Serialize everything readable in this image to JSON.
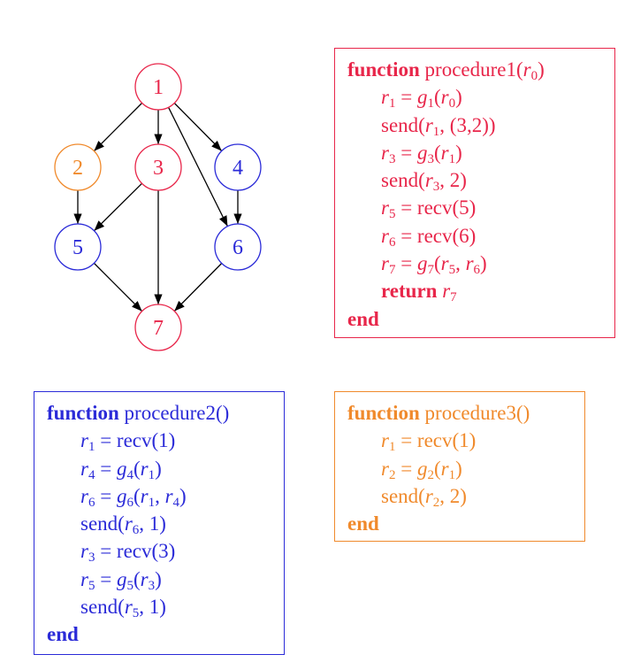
{
  "colors": {
    "red": "#e8264a",
    "blue": "#2b2bd8",
    "orange": "#f08a2c",
    "edge": "#000000"
  },
  "graph": {
    "nodes": [
      {
        "id": "1",
        "color": "#e8264a"
      },
      {
        "id": "2",
        "color": "#f08a2c"
      },
      {
        "id": "3",
        "color": "#e8264a"
      },
      {
        "id": "4",
        "color": "#2b2bd8"
      },
      {
        "id": "5",
        "color": "#2b2bd8"
      },
      {
        "id": "6",
        "color": "#2b2bd8"
      },
      {
        "id": "7",
        "color": "#e8264a"
      }
    ],
    "edges": [
      [
        "1",
        "2"
      ],
      [
        "1",
        "3"
      ],
      [
        "1",
        "4"
      ],
      [
        "1",
        "6"
      ],
      [
        "2",
        "5"
      ],
      [
        "3",
        "5"
      ],
      [
        "3",
        "7"
      ],
      [
        "4",
        "6"
      ],
      [
        "5",
        "7"
      ],
      [
        "6",
        "7"
      ]
    ]
  },
  "procedure1": {
    "keyword": "function",
    "name": "procedure1(",
    "param": "r",
    "param_sub": "0",
    "close": ")",
    "lines": [
      {
        "a": "r",
        "as": "1",
        "b": " = ",
        "c": "g",
        "cs": "1",
        "d": "(",
        "e": "r",
        "es": "0",
        "f": ")"
      },
      {
        "text": "send(",
        "v": "r",
        "vs": "1",
        "rest": ", (3,2))"
      },
      {
        "a": "r",
        "as": "3",
        "b": " = ",
        "c": "g",
        "cs": "3",
        "d": "(",
        "e": "r",
        "es": "1",
        "f": ")"
      },
      {
        "text": "send(",
        "v": "r",
        "vs": "3",
        "rest": ", 2)"
      },
      {
        "v": "r",
        "vs": "5",
        "rest": " = recv(5)"
      },
      {
        "v": "r",
        "vs": "6",
        "rest": " = recv(6)"
      },
      {
        "v": "r",
        "vs": "7",
        "eq": " = ",
        "g": "g",
        "gs": "7",
        "open": "(",
        "x": "r",
        "xs": "5",
        "comma": ", ",
        "y": "r",
        "ys": "6",
        "close": ")"
      }
    ],
    "return_kw": "return",
    "return_var": "r",
    "return_sub": "7",
    "end": "end"
  },
  "procedure2": {
    "keyword": "function",
    "name": "procedure2()",
    "l1": {
      "v": "r",
      "vs": "1",
      "rest": " = recv(1)"
    },
    "l2": {
      "v": "r",
      "vs": "4",
      "eq": " = ",
      "g": "g",
      "gs": "4",
      "open": "(",
      "x": "r",
      "xs": "1",
      "close": ")"
    },
    "l3": {
      "v": "r",
      "vs": "6",
      "eq": " = ",
      "g": "g",
      "gs": "6",
      "open": "(",
      "x": "r",
      "xs": "1",
      "comma": ", ",
      "y": "r",
      "ys": "4",
      "close": ")"
    },
    "l4": {
      "text": "send(",
      "v": "r",
      "vs": "6",
      "rest": ", 1)"
    },
    "l5": {
      "v": "r",
      "vs": "3",
      "rest": " = recv(3)"
    },
    "l6": {
      "v": "r",
      "vs": "5",
      "eq": " = ",
      "g": "g",
      "gs": "5",
      "open": "(",
      "x": "r",
      "xs": "3",
      "close": ")"
    },
    "l7": {
      "text": "send(",
      "v": "r",
      "vs": "5",
      "rest": ", 1)"
    },
    "end": "end"
  },
  "procedure3": {
    "keyword": "function",
    "name": "procedure3()",
    "l1": {
      "v": "r",
      "vs": "1",
      "rest": " = recv(1)"
    },
    "l2": {
      "v": "r",
      "vs": "2",
      "eq": " = ",
      "g": "g",
      "gs": "2",
      "open": "(",
      "x": "r",
      "xs": "1",
      "close": ")"
    },
    "l3": {
      "text": "send(",
      "v": "r",
      "vs": "2",
      "rest": ", 2)"
    },
    "end": "end"
  }
}
